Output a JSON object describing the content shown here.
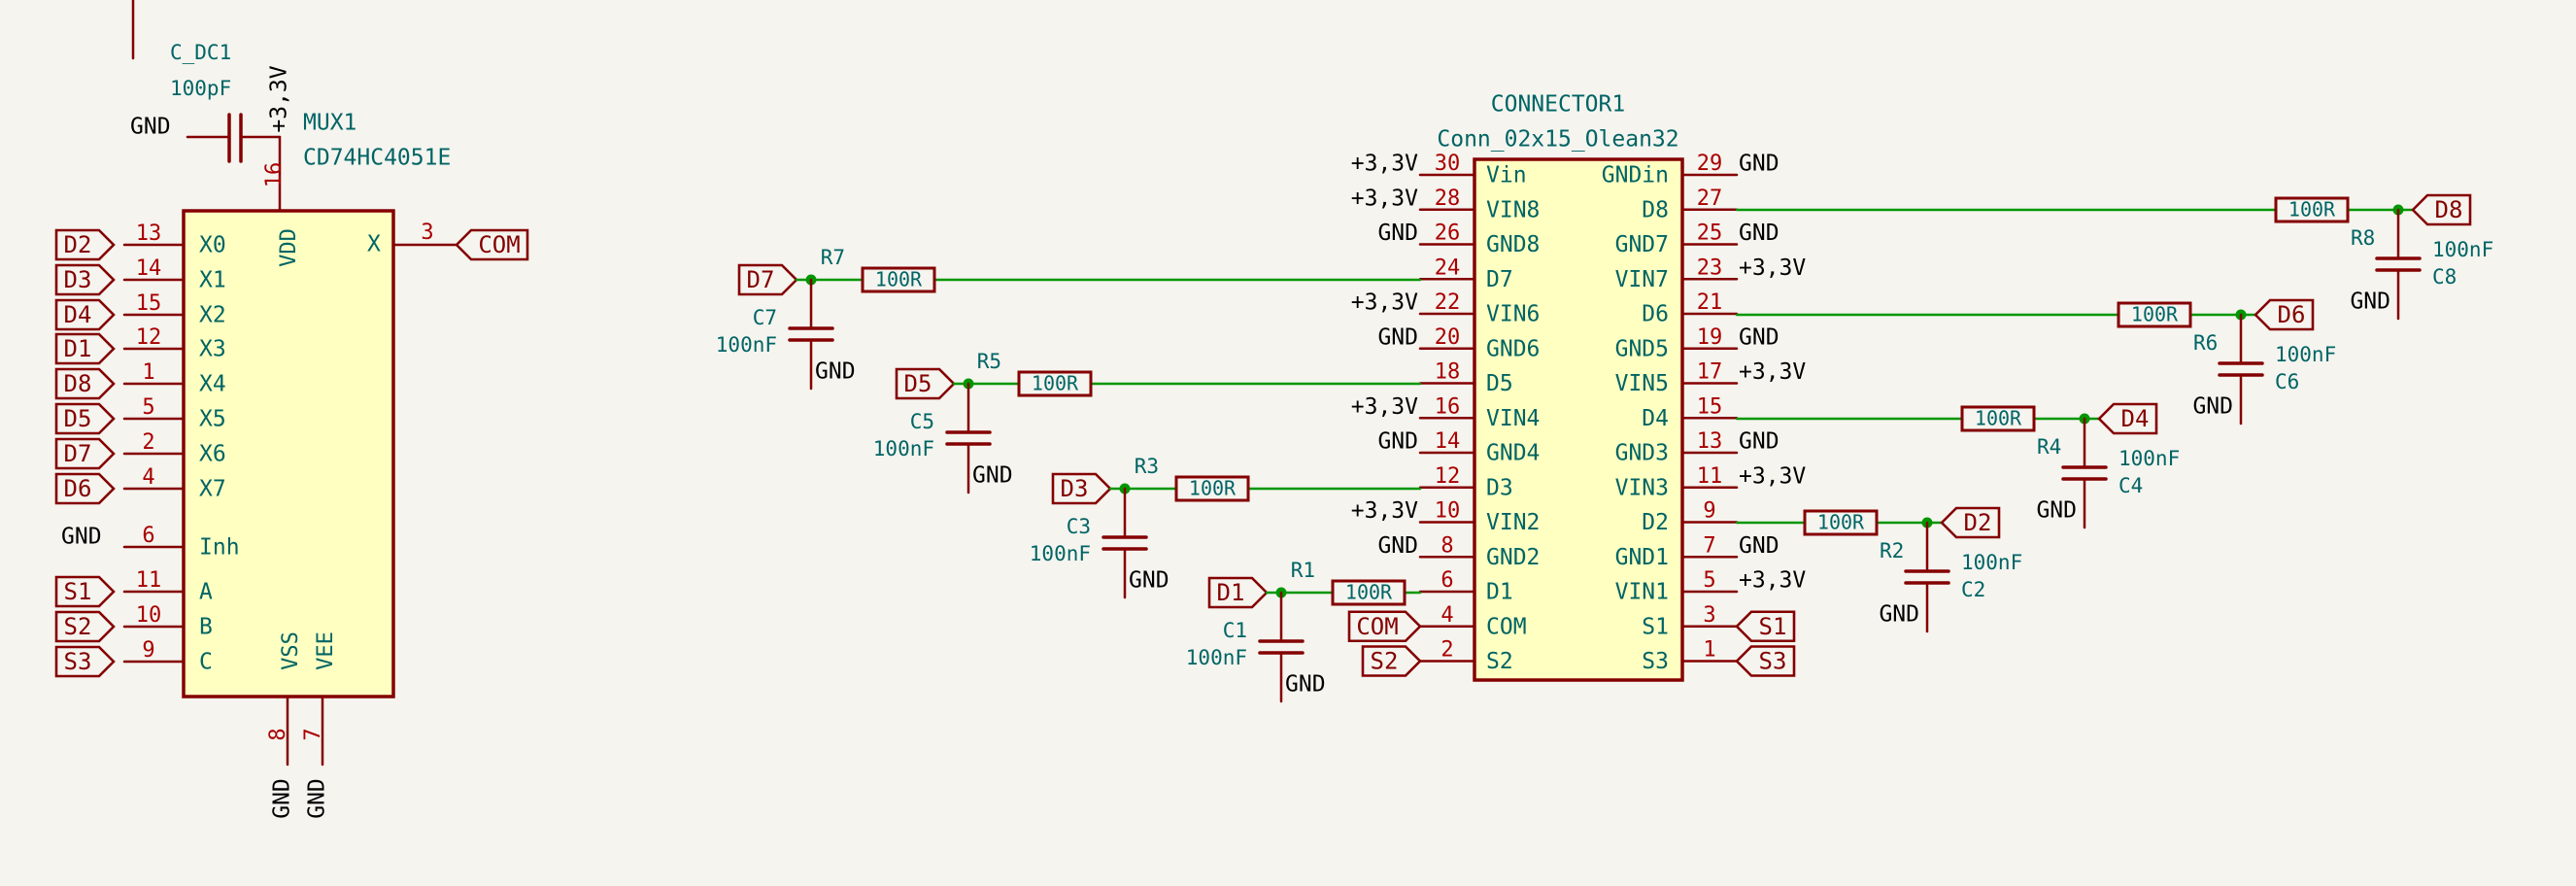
{
  "colors": {
    "background": "#f5f4ef",
    "symbol_outline": "#840000",
    "symbol_fill": "#ffffc2",
    "pin_number": "#a90000",
    "ref_text": "#006464",
    "wire": "#009600",
    "label_text": "#840000",
    "net_text": "#000000",
    "junction": "#009600"
  },
  "cap_cdc1": {
    "ref": "C_DC1",
    "value": "100pF",
    "left_net": "GND",
    "top_net": "+3,3V"
  },
  "mux": {
    "ref": "MUX1",
    "value": "CD74HC4051E",
    "left_pins": [
      {
        "num": "13",
        "name": "X0",
        "label": "D2"
      },
      {
        "num": "14",
        "name": "X1",
        "label": "D3"
      },
      {
        "num": "15",
        "name": "X2",
        "label": "D4"
      },
      {
        "num": "12",
        "name": "X3",
        "label": "D1"
      },
      {
        "num": "1",
        "name": "X4",
        "label": "D8"
      },
      {
        "num": "5",
        "name": "X5",
        "label": "D5"
      },
      {
        "num": "2",
        "name": "X6",
        "label": "D7"
      },
      {
        "num": "4",
        "name": "X7",
        "label": "D6"
      },
      {
        "num": "6",
        "name": "Inh",
        "net": "GND"
      },
      {
        "num": "11",
        "name": "A",
        "label": "S1"
      },
      {
        "num": "10",
        "name": "B",
        "label": "S2"
      },
      {
        "num": "9",
        "name": "C",
        "label": "S3"
      }
    ],
    "top_pin": {
      "num": "16",
      "name": "VDD"
    },
    "right_pin": {
      "num": "3",
      "name": "X",
      "label": "COM"
    },
    "bottom_pins": [
      {
        "num": "8",
        "name": "VSS",
        "net": "GND"
      },
      {
        "num": "7",
        "name": "VEE",
        "net": "GND"
      }
    ]
  },
  "connector": {
    "ref": "CONNECTOR1",
    "value": "Conn_02x15_Olean32",
    "left_pins": [
      {
        "num": "30",
        "name": "Vin",
        "net": "+3,3V"
      },
      {
        "num": "28",
        "name": "VIN8",
        "net": "+3,3V"
      },
      {
        "num": "26",
        "name": "GND8",
        "net": "GND"
      },
      {
        "num": "24",
        "name": "D7",
        "net": ""
      },
      {
        "num": "22",
        "name": "VIN6",
        "net": "+3,3V"
      },
      {
        "num": "20",
        "name": "GND6",
        "net": "GND"
      },
      {
        "num": "18",
        "name": "D5",
        "net": ""
      },
      {
        "num": "16",
        "name": "VIN4",
        "net": "+3,3V"
      },
      {
        "num": "14",
        "name": "GND4",
        "net": "GND"
      },
      {
        "num": "12",
        "name": "D3",
        "net": ""
      },
      {
        "num": "10",
        "name": "VIN2",
        "net": "+3,3V"
      },
      {
        "num": "8",
        "name": "GND2",
        "net": "GND"
      },
      {
        "num": "6",
        "name": "D1",
        "net": ""
      },
      {
        "num": "4",
        "name": "COM",
        "label": "COM"
      },
      {
        "num": "2",
        "name": "S2",
        "label": "S2"
      }
    ],
    "right_pins": [
      {
        "num": "29",
        "name": "GNDin",
        "net": "GND"
      },
      {
        "num": "27",
        "name": "D8",
        "net": ""
      },
      {
        "num": "25",
        "name": "GND7",
        "net": "GND"
      },
      {
        "num": "23",
        "name": "VIN7",
        "net": "+3,3V"
      },
      {
        "num": "21",
        "name": "D6",
        "net": ""
      },
      {
        "num": "19",
        "name": "GND5",
        "net": "GND"
      },
      {
        "num": "17",
        "name": "VIN5",
        "net": "+3,3V"
      },
      {
        "num": "15",
        "name": "D4",
        "net": ""
      },
      {
        "num": "13",
        "name": "GND3",
        "net": "GND"
      },
      {
        "num": "11",
        "name": "VIN3",
        "net": "+3,3V"
      },
      {
        "num": "9",
        "name": "D2",
        "net": ""
      },
      {
        "num": "7",
        "name": "GND1",
        "net": "GND"
      },
      {
        "num": "5",
        "name": "VIN1",
        "net": "+3,3V"
      },
      {
        "num": "3",
        "name": "S1",
        "label": "S1"
      },
      {
        "num": "1",
        "name": "S3",
        "label": "S3"
      }
    ]
  },
  "left_filters": [
    {
      "label": "D7",
      "res_ref": "R7",
      "res_val": "100R",
      "cap_ref": "C7",
      "cap_val": "100nF",
      "gnd": "GND"
    },
    {
      "label": "D5",
      "res_ref": "R5",
      "res_val": "100R",
      "cap_ref": "C5",
      "cap_val": "100nF",
      "gnd": "GND"
    },
    {
      "label": "D3",
      "res_ref": "R3",
      "res_val": "100R",
      "cap_ref": "C3",
      "cap_val": "100nF",
      "gnd": "GND"
    },
    {
      "label": "D1",
      "res_ref": "R1",
      "res_val": "100R",
      "cap_ref": "C1",
      "cap_val": "100nF",
      "gnd": "GND"
    }
  ],
  "right_filters": [
    {
      "label": "D8",
      "res_ref": "R8",
      "res_val": "100R",
      "cap_ref": "C8",
      "cap_val": "100nF",
      "gnd": "GND"
    },
    {
      "label": "D6",
      "res_ref": "R6",
      "res_val": "100R",
      "cap_ref": "C6",
      "cap_val": "100nF",
      "gnd": "GND"
    },
    {
      "label": "D4",
      "res_ref": "R4",
      "res_val": "100R",
      "cap_ref": "C4",
      "cap_val": "100nF",
      "gnd": "GND"
    },
    {
      "label": "D2",
      "res_ref": "R2",
      "res_val": "100R",
      "cap_ref": "C2",
      "cap_val": "100nF",
      "gnd": "GND"
    }
  ]
}
